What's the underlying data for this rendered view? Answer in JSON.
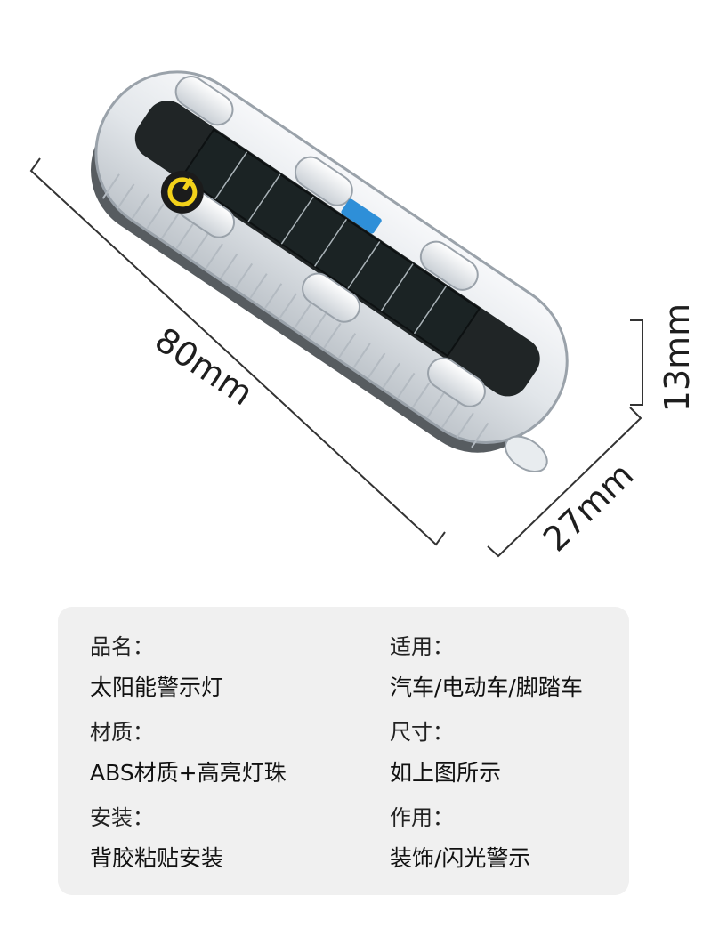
{
  "dimensions": {
    "length": "80mm",
    "width": "27mm",
    "height": "13mm"
  },
  "specs": {
    "left": [
      {
        "label": "品名：",
        "value": "太阳能警示灯"
      },
      {
        "label": "材质：",
        "value": "ABS材质+高亮灯珠"
      },
      {
        "label": "安装：",
        "value": "背胶粘贴安装"
      }
    ],
    "right": [
      {
        "label": "适用：",
        "value": "汽车/电动车/脚踏车"
      },
      {
        "label": "尺寸：",
        "value": "如上图所示"
      },
      {
        "label": "作用：",
        "value": "装饰/闪光警示"
      }
    ]
  },
  "colors": {
    "panel_bg": "#f0f0f0",
    "solar_cell": "#1b2324",
    "switch_blue": "#2e8fd8",
    "power_badge": "#f3d21a"
  },
  "icons": [
    "power-icon"
  ]
}
